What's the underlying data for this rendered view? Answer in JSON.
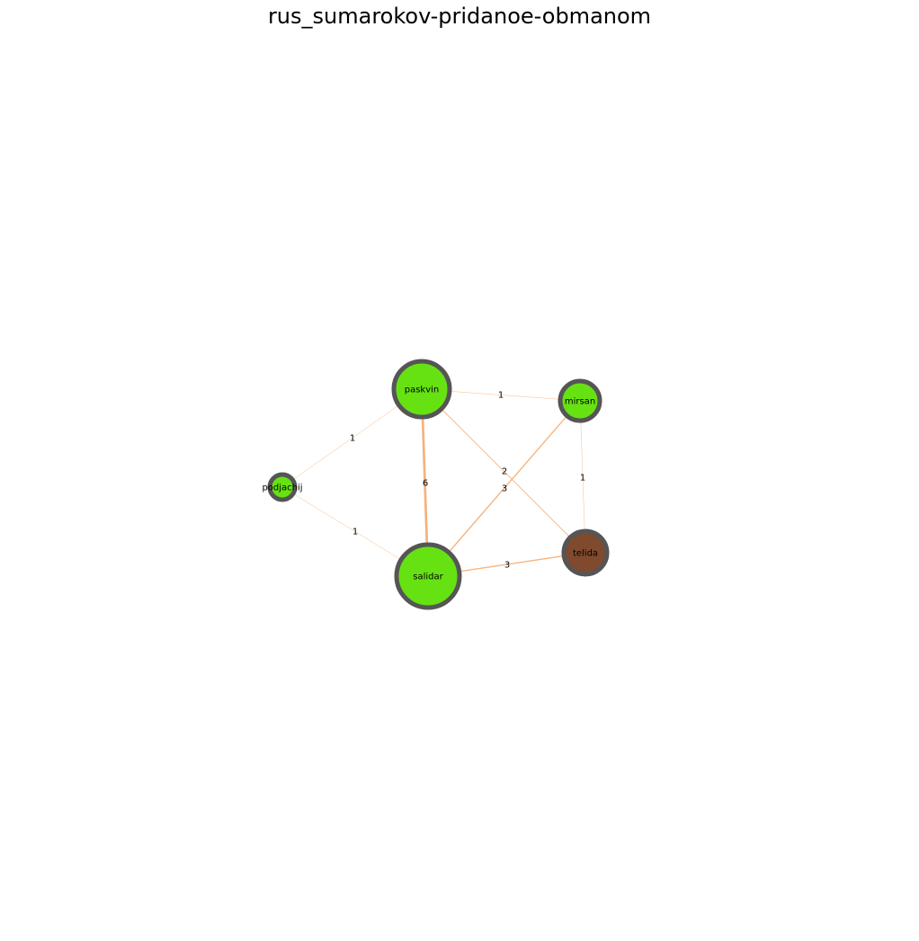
{
  "title": "rus_sumarokov-pridanoe-obmanom",
  "colors": {
    "edge": "#f5b27c",
    "node_border": "#555555",
    "node_green": "#66e212",
    "node_brown": "#7f4a2e"
  },
  "nodes": [
    {
      "id": "paskvin",
      "label": "paskvin",
      "color": "#66e212"
    },
    {
      "id": "mirsan",
      "label": "mirsan",
      "color": "#66e212"
    },
    {
      "id": "podjachij",
      "label": "podjachij",
      "color": "#66e212"
    },
    {
      "id": "salidar",
      "label": "salidar",
      "color": "#66e212"
    },
    {
      "id": "telida",
      "label": "telida",
      "color": "#7f4a2e"
    }
  ],
  "edges": [
    {
      "source": "paskvin",
      "target": "mirsan",
      "weight": 1,
      "label": "1"
    },
    {
      "source": "paskvin",
      "target": "podjachij",
      "weight": 1,
      "label": "1"
    },
    {
      "source": "paskvin",
      "target": "salidar",
      "weight": 6,
      "label": "6"
    },
    {
      "source": "paskvin",
      "target": "telida",
      "weight": 2,
      "label": "2"
    },
    {
      "source": "mirsan",
      "target": "salidar",
      "weight": 3,
      "label": "3"
    },
    {
      "source": "mirsan",
      "target": "telida",
      "weight": 1,
      "label": "1"
    },
    {
      "source": "podjachij",
      "target": "salidar",
      "weight": 1,
      "label": "1"
    },
    {
      "source": "salidar",
      "target": "telida",
      "weight": 3,
      "label": "3"
    }
  ]
}
